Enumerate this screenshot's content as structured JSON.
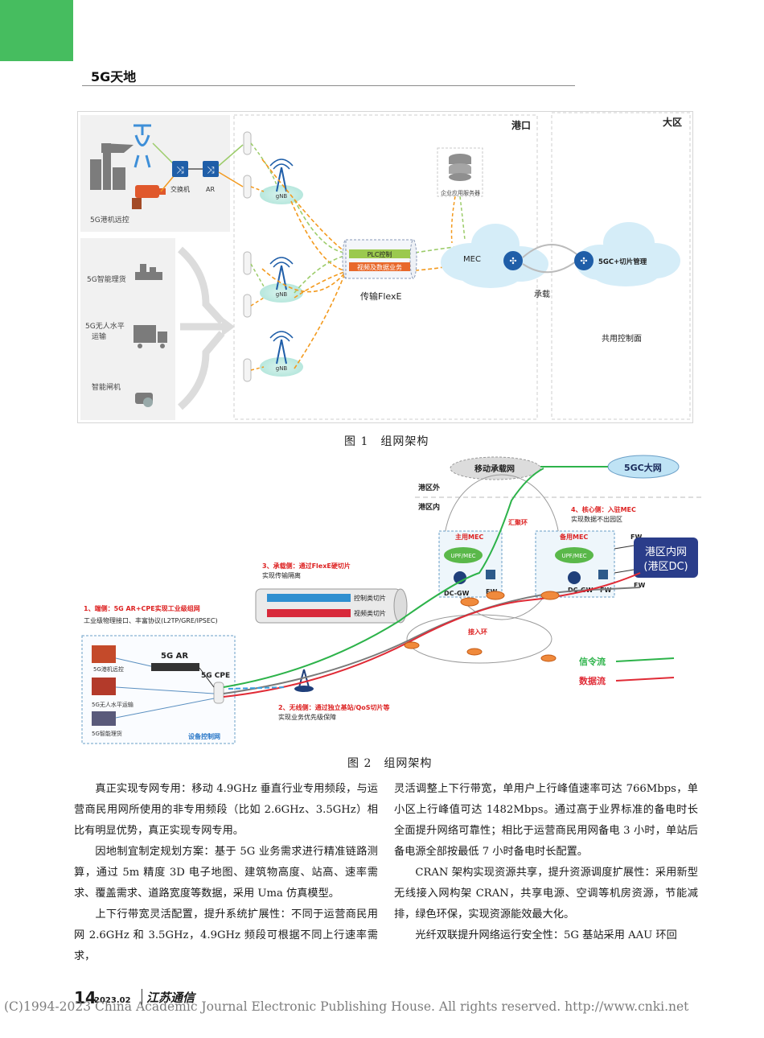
{
  "header": {
    "section_title": "5G天地"
  },
  "figure1": {
    "caption": "图 1　组网架构",
    "region_port": "港口",
    "region_area": "大区",
    "remote_crane_label": "5G港机远控",
    "switch_label": "交换机",
    "ar_label": "AR",
    "gnb_label": "gNB",
    "smart_cargo_label": "5G智能理货",
    "unmanned_label_1": "5G无人水平",
    "unmanned_label_2": "运输",
    "smart_gate_label": "智能闸机",
    "server_label": "企业应用服务器",
    "plc_label": "PLC控制",
    "video_label": "视频及数据业务",
    "flexe_label": "传输FlexE",
    "mec_label": "MEC",
    "bearer_label": "承载",
    "core_label": "5GC+切片管理",
    "shared_control_label": "共用控制面"
  },
  "figure2": {
    "caption": "图 2　组网架构",
    "mobile_bearer": "移动承载网",
    "core_network": "5GC大网",
    "outside_label": "港区外",
    "inside_label": "港区内",
    "aggregation_ring": "汇聚环",
    "access_ring": "接入环",
    "core_side_title": "4、核心侧：入驻MEC",
    "core_side_sub": "实现数据不出园区",
    "main_mec": "主用MEC",
    "backup_mec": "备用MEC",
    "upf_mec": "UPF/MEC",
    "dcgw": "DC-GW",
    "fw": "FW",
    "port_dc_line1": "港区内网",
    "port_dc_line2": "(港区DC)",
    "bearer_side_title": "3、承载侧：通过FlexE硬切片",
    "bearer_side_sub": "实现传输隔离",
    "control_slice": "控制类切片",
    "video_slice": "视频类切片",
    "terminal_side_title": "1、端侧：5G AR+CPE实现工业级组网",
    "terminal_side_sub": "工业级物理接口、丰富协议(L2TP/GRE/IPSEC)",
    "ar_device": "5G AR",
    "cpe_device": "5G CPE",
    "crane_label": "5G港机远控",
    "unmanned_label": "5G无人水平运输",
    "cargo_label": "5G智能理货",
    "device_network": "设备控制网",
    "wireless_side_title": "2、无线侧：通过独立基站/QoS切片等",
    "wireless_side_sub": "实现业务优先级保障",
    "legend_signal": "信令流",
    "legend_data": "数据流"
  },
  "body_left": [
    "真正实现专网专用：移动 4.9GHz 垂直行业专用频段，与运营商民用网所使用的非专用频段（比如 2.6GHz、3.5GHz）相比有明显优势，真正实现专网专用。",
    "因地制宜制定规划方案：基于 5G 业务需求进行精准链路测算，通过 5m 精度 3D 电子地图、建筑物高度、站高、速率需求、覆盖需求、道路宽度等数据，采用 Uma 仿真模型。",
    "上下行带宽灵活配置，提升系统扩展性：不同于运营商民用网 2.6GHz 和 3.5GHz，4.9GHz 频段可根据不同上行速率需求，"
  ],
  "body_right": [
    "灵活调整上下行带宽，单用户上行峰值速率可达 766Mbps，单小区上行峰值可达 1482Mbps。通过高于业界标准的备电时长全面提升网络可靠性；相比于运营商民用网备电 3 小时，单站后备电源全部按最低 7 小时备电时长配置。",
    "CRAN 架构实现资源共享，提升资源调度扩展性：采用新型无线接入网构架 CRAN，共享电源、空调等机房资源，节能减排，绿色环保，实现资源能效最大化。",
    "光纤双联提升网络运行安全性：5G 基站采用 AAU 环回"
  ],
  "footer": {
    "page_number": "14",
    "issue": "2023.02",
    "magazine": "江苏通信",
    "copyright": "(C)1994-2023 China Academic Journal Electronic Publishing House. All rights reserved.      http://www.cnki.net"
  },
  "colors": {
    "accent_green": "#46bd5f",
    "signal_flow": "#2db34a",
    "data_flow": "#e02b36",
    "orange_dash": "#f39a1e"
  }
}
